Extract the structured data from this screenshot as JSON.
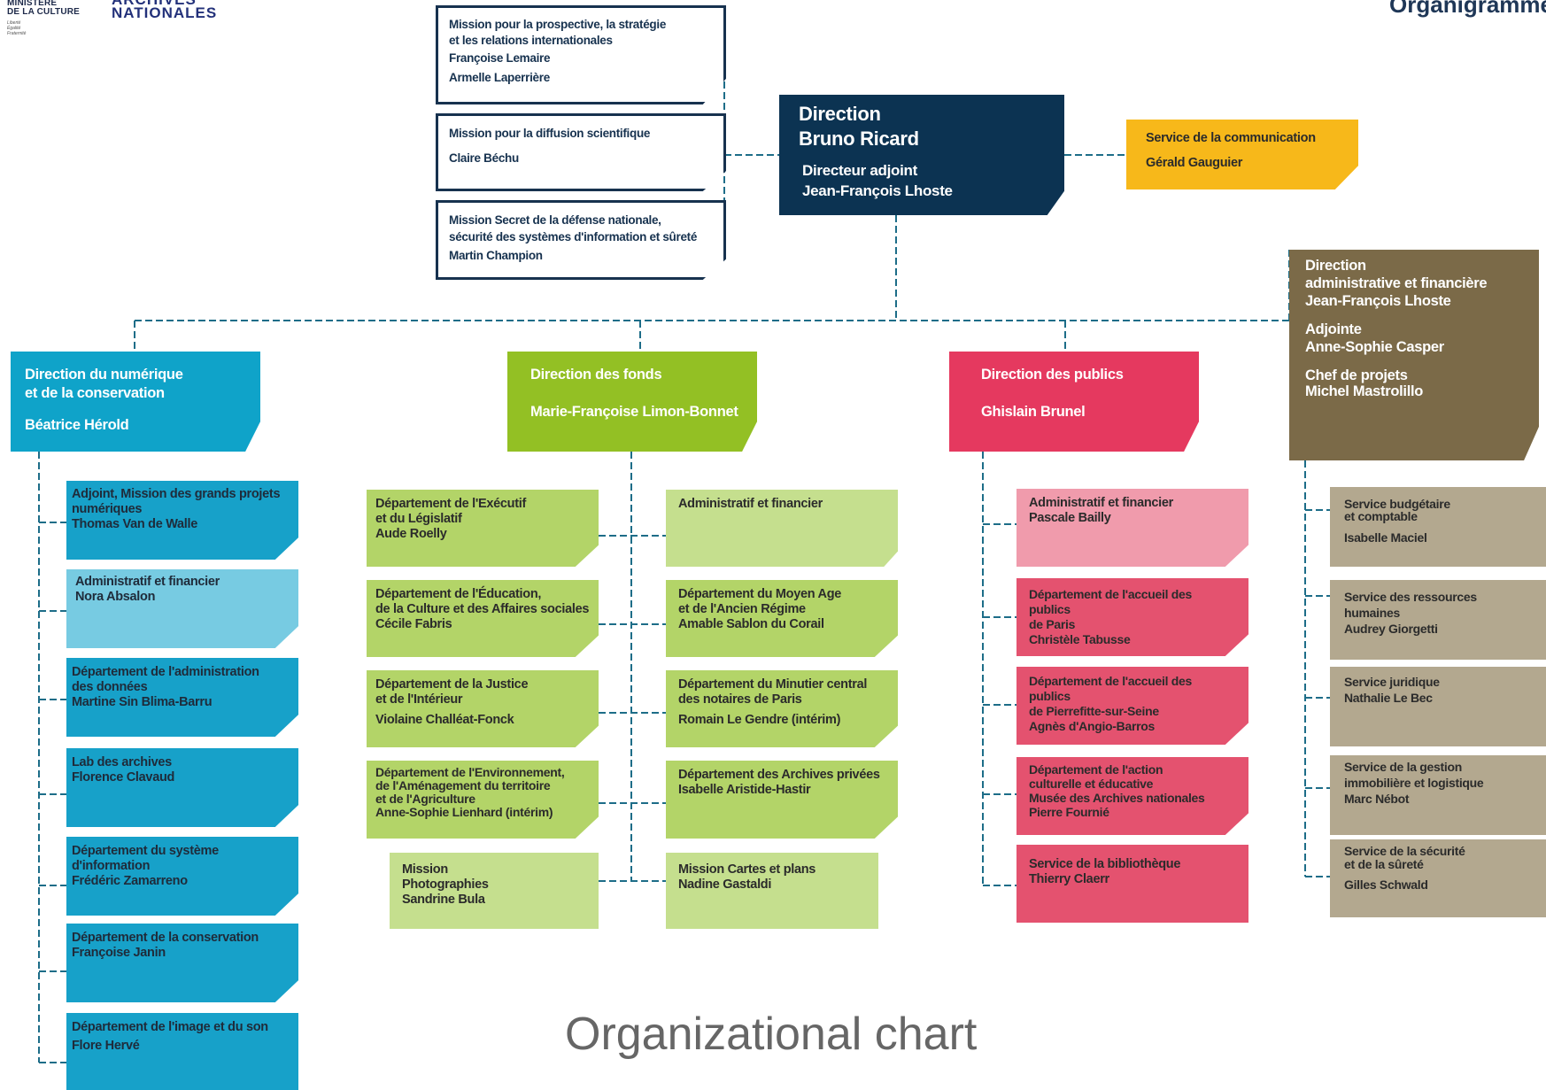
{
  "header": {
    "ministry": "MINISTÈRE\nDE LA CULTURE",
    "ministry_motto": "Liberté\nÉgalité\nFraternité",
    "logo_text": "ARCHIVES\nNATIONALES",
    "page_title": "Organigramme"
  },
  "caption": "Organizational chart",
  "colors": {
    "navy": "#0c3352",
    "yellow": "#f7b81a",
    "olive": "#7b6a48",
    "blue": "#0fa3c9",
    "green": "#93c024",
    "pink": "#e5395f",
    "line": "#1d6d88"
  },
  "missions": [
    {
      "title": "Mission pour la prospective, la stratégie\net les relations internationales",
      "names": "Françoise Lemaire\nArmelle Laperrière"
    },
    {
      "title": "Mission pour la diffusion scientifique",
      "names": "Claire Béchu"
    },
    {
      "title": "Mission Secret de la défense nationale,\nsécurité des systèmes d'information et sûreté",
      "names": "Martin Champion"
    }
  ],
  "direction": {
    "title": "Direction",
    "head": "Bruno Ricard",
    "deputy_label": "Directeur adjoint",
    "deputy": "Jean-François Lhoste"
  },
  "communication": {
    "title": "Service de la communication",
    "name": "Gérald Gauguier"
  },
  "daf": {
    "title": "Direction\nadministrative et financière",
    "head": "Jean-François Lhoste",
    "adj_label": "Adjointe",
    "adj": "Anne-Sophie Casper",
    "chef_label": "Chef de projets",
    "chef": "Michel Mastrolillo"
  },
  "directions": {
    "numerique": {
      "title": "Direction du numérique\net de la conservation",
      "head": "Béatrice Hérold"
    },
    "fonds": {
      "title": "Direction des fonds",
      "head": "Marie-Françoise Limon-Bonnet"
    },
    "publics": {
      "title": "Direction des publics",
      "head": "Ghislain Brunel"
    }
  },
  "numerique_units": [
    {
      "title": "Adjoint, Mission des grands projets\nnumériques",
      "name": "Thomas Van de Walle"
    },
    {
      "title": "Administratif et financier",
      "name": "Nora Absalon"
    },
    {
      "title": "Département de l'administration\ndes données",
      "name": "Martine Sin Blima-Barru"
    },
    {
      "title": "Lab des archives",
      "name": "Florence Clavaud"
    },
    {
      "title": "Département du système\nd'information",
      "name": "Frédéric Zamarreno"
    },
    {
      "title": "Département de la conservation",
      "name": "Françoise Janin"
    },
    {
      "title": "Département de l'image et du son",
      "name": "Flore Hervé"
    }
  ],
  "fonds_left": [
    {
      "title": "Département de l'Exécutif\net du Législatif",
      "name": "Aude Roelly"
    },
    {
      "title": "Département de l'Éducation,\nde la Culture et des Affaires sociales",
      "name": "Cécile Fabris"
    },
    {
      "title": "Département de la Justice\net de l'Intérieur",
      "name": "Violaine Challéat-Fonck"
    },
    {
      "title": "Département de l'Environnement,\nde l'Aménagement du territoire\net de l'Agriculture",
      "name": "Anne-Sophie Lienhard (intérim)"
    },
    {
      "title": "Mission\nPhotographies",
      "name": "Sandrine Bula"
    }
  ],
  "fonds_right": [
    {
      "title": "Administratif et financier",
      "name": ""
    },
    {
      "title": "Département du Moyen Age\net de l'Ancien Régime",
      "name": "Amable Sablon du Corail"
    },
    {
      "title": "Département du Minutier central\ndes notaires de Paris",
      "name": "Romain Le Gendre (intérim)"
    },
    {
      "title": "Département des Archives privées",
      "name": "Isabelle Aristide-Hastir"
    },
    {
      "title": "Mission Cartes et plans",
      "name": "Nadine Gastaldi"
    }
  ],
  "publics_units": [
    {
      "title": "Administratif et financier",
      "name": "Pascale Bailly"
    },
    {
      "title": "Département de l'accueil des publics\nde Paris",
      "name": "Christèle Tabusse"
    },
    {
      "title": "Département de l'accueil des publics\nde Pierrefitte-sur-Seine",
      "name": "Agnès d'Angio-Barros"
    },
    {
      "title": "Département de l'action\nculturelle et éducative\nMusée des Archives nationales",
      "name": "Pierre Fournié"
    },
    {
      "title": "Service de la bibliothèque",
      "name": "Thierry Claerr"
    }
  ],
  "daf_units": [
    {
      "title": "Service budgétaire\net comptable",
      "name": "Isabelle Maciel"
    },
    {
      "title": "Service des ressources\nhumaines",
      "name": "Audrey Giorgetti"
    },
    {
      "title": "Service juridique",
      "name": "Nathalie Le Bec"
    },
    {
      "title": "Service de la gestion\nimmobilière et logistique",
      "name": "Marc Nébot"
    },
    {
      "title": "Service de la sécurité\net de la sûreté",
      "name": "Gilles Schwald"
    }
  ]
}
